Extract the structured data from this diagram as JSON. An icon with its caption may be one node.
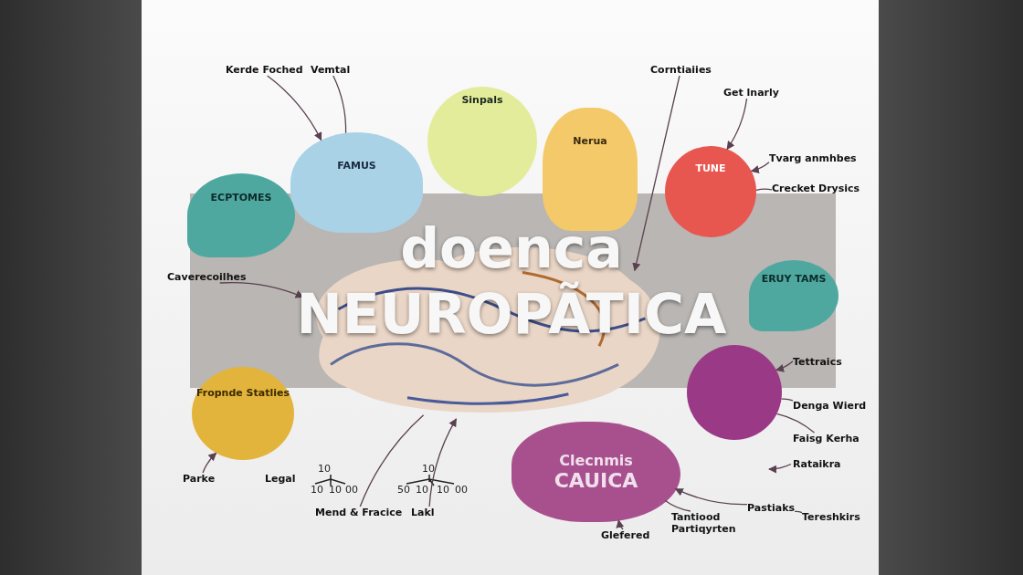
{
  "diagram": {
    "title": "doenca NEUROPÃTICA",
    "nodes": [
      {
        "text": [
          "FAMUS"
        ]
      },
      {
        "text": [
          "Sinpals"
        ]
      },
      {
        "text": [
          "Nerua"
        ]
      },
      {
        "text": [],
        "shape": "cloud"
      },
      {
        "text": [
          "TUNE"
        ]
      },
      {
        "text": [
          "ECPTOMES"
        ]
      },
      {
        "text": [
          "ERUY TAMS"
        ]
      },
      {
        "text": [
          "Fropnde Statlies"
        ]
      },
      {
        "text": [],
        "shape": "circle"
      },
      {
        "text": [
          "Clecnmis",
          "CAUICA"
        ]
      },
      {
        "text": [
          "Kerde Foched"
        ]
      },
      {
        "text": [
          "Vemtal"
        ]
      },
      {
        "text": [
          "Corntiaiies"
        ]
      },
      {
        "text": [
          "Get lnarly"
        ]
      },
      {
        "text": [
          "Tvarg anmhbes"
        ]
      },
      {
        "text": [
          "Crecket Drysics"
        ]
      },
      {
        "text": [
          "Caverecoilhes"
        ]
      },
      {
        "text": [
          "Tettraics"
        ]
      },
      {
        "text": [
          "Denga Wierd"
        ]
      },
      {
        "text": [
          "Faisg Kerha"
        ]
      },
      {
        "text": [
          "Rataikra"
        ]
      },
      {
        "text": [
          "Parke"
        ]
      },
      {
        "text": [
          "Legal"
        ]
      },
      {
        "text": [
          "Mend & Fracice"
        ]
      },
      {
        "text": [
          "Lakl"
        ]
      },
      {
        "text": [
          "Glefered"
        ]
      },
      {
        "text": [
          "Tantiood Partiqyrten"
        ]
      },
      {
        "text": [
          "Pastiaks"
        ]
      },
      {
        "text": [
          "Tereshkirs"
        ]
      }
    ],
    "edges": [
      {
        "from": 10,
        "to": 0,
        "arrow": "to"
      },
      {
        "from": 11,
        "to": 0,
        "arrow": "none"
      },
      {
        "from": 12,
        "to": 3,
        "arrow": "to"
      },
      {
        "from": 13,
        "to": 4,
        "arrow": "to"
      },
      {
        "from": 14,
        "to": 4,
        "arrow": "to"
      },
      {
        "from": 4,
        "to": 15,
        "arrow": "none"
      },
      {
        "from": 16,
        "to": 3,
        "arrow": "to"
      },
      {
        "from": 21,
        "to": 7,
        "arrow": "to"
      },
      {
        "from": 17,
        "to": 8,
        "arrow": "to"
      },
      {
        "from": 8,
        "to": 18,
        "arrow": "none"
      },
      {
        "from": 8,
        "to": 19,
        "arrow": "none"
      },
      {
        "from": 20,
        "to": null,
        "arrow": "to"
      },
      {
        "from": 23,
        "to": 3,
        "arrow": "none"
      },
      {
        "from": 24,
        "to": 3,
        "arrow": "to"
      },
      {
        "from": 25,
        "to": 9,
        "arrow": "to"
      },
      {
        "from": 26,
        "to": 9,
        "arrow": "none"
      },
      {
        "from": 27,
        "to": 9,
        "arrow": "to"
      },
      {
        "from": 27,
        "to": 28,
        "arrow": "none"
      }
    ],
    "labels": [
      "10",
      "10",
      "10",
      "00",
      "10",
      "50",
      "10",
      "10",
      "00"
    ]
  }
}
